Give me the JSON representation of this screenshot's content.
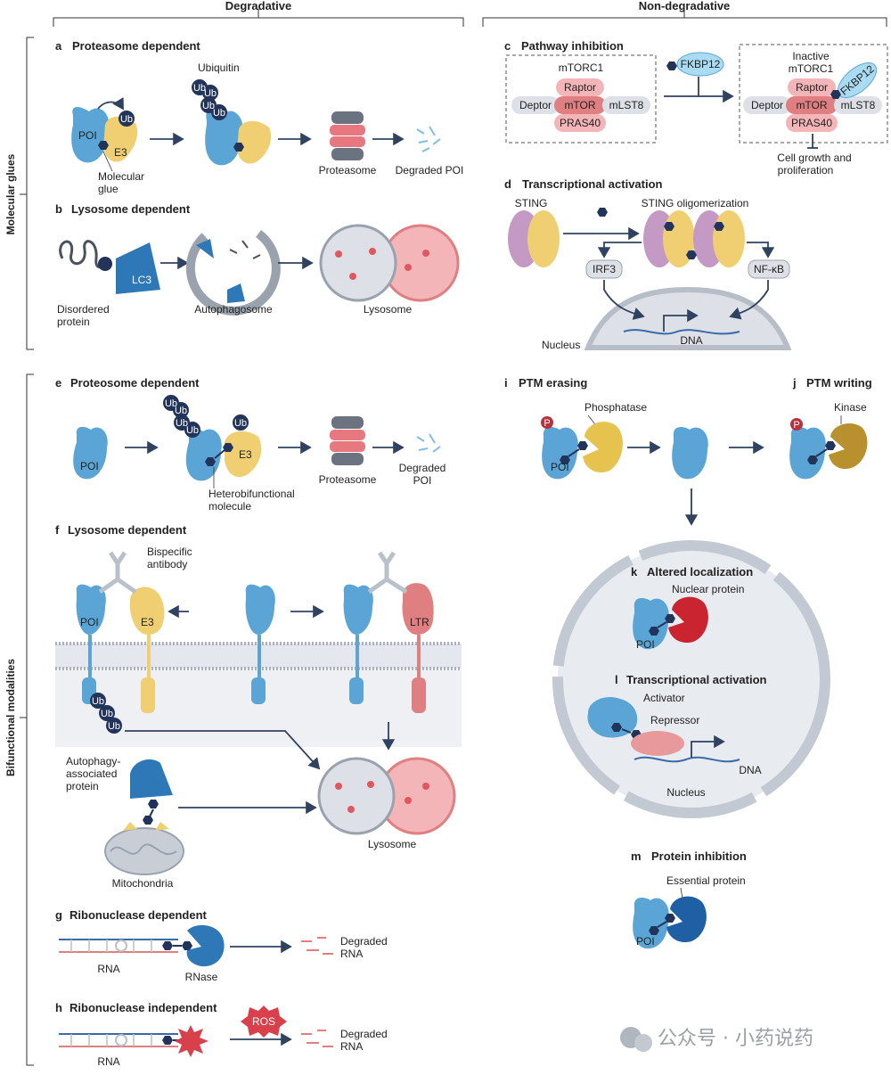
{
  "headers": {
    "degradative": "Degradative",
    "non_degradative": "Non-degradative"
  },
  "side_labels": {
    "molecular_glues": "Molecular glues",
    "bifunctional": "Bifunctional modalities"
  },
  "panels": {
    "a": {
      "letter": "a",
      "title": "Proteasome dependent",
      "labels": {
        "ubiquitin": "Ubiquitin",
        "ub": "Ub",
        "poi": "POI",
        "e3": "E3",
        "glue1": "Molecular",
        "glue2": "glue",
        "proteasome": "Proteasome",
        "degraded": "Degraded POI"
      }
    },
    "b": {
      "letter": "b",
      "title": "Lysosome dependent",
      "labels": {
        "lc3": "LC3",
        "disordered1": "Disordered",
        "disordered2": "protein",
        "autophagosome": "Autophagosome",
        "lysosome": "Lysosome"
      }
    },
    "c": {
      "letter": "c",
      "title": "Pathway inhibition",
      "labels": {
        "mtorc1": "mTORC1",
        "raptor": "Raptor",
        "deptor": "Deptor",
        "mtor": "mTOR",
        "mlst8": "mLST8",
        "pras40": "PRAS40",
        "fkbp12": "FKBP12",
        "inactive": "Inactive",
        "inactive2": "mTORC1",
        "growth1": "Cell growth and",
        "growth2": "proliferation"
      }
    },
    "d": {
      "letter": "d",
      "title": "Transcriptional activation",
      "labels": {
        "sting": "STING",
        "sting_olig": "STING oligomerization",
        "irf3": "IRF3",
        "nfkb": "NF-κB",
        "nucleus": "Nucleus",
        "dna": "DNA"
      }
    },
    "e": {
      "letter": "e",
      "title": "Proteosome dependent",
      "labels": {
        "poi": "POI",
        "e3": "E3",
        "ub": "Ub",
        "hetero1": "Heterobifunctional",
        "hetero2": "molecule",
        "proteasome": "Proteasome",
        "degraded1": "Degraded",
        "degraded2": "POI"
      }
    },
    "f": {
      "letter": "f",
      "title": "Lysosome dependent",
      "labels": {
        "bispecific1": "Bispecific",
        "bispecific2": "antibody",
        "poi": "POI",
        "e3": "E3",
        "ltr": "LTR",
        "ub": "Ub",
        "autophagy1": "Autophagy-",
        "autophagy2": "associated",
        "autophagy3": "protein",
        "mitochondria": "Mitochondria",
        "lysosome": "Lysosome"
      }
    },
    "g": {
      "letter": "g",
      "title": "Ribonuclease dependent",
      "labels": {
        "rna": "RNA",
        "rnase": "RNase",
        "degraded1": "Degraded",
        "degraded2": "RNA"
      }
    },
    "h": {
      "letter": "h",
      "title": "Ribonuclease independent",
      "labels": {
        "rna": "RNA",
        "ros": "ROS",
        "degraded1": "Degraded",
        "degraded2": "RNA"
      }
    },
    "i": {
      "letter": "i",
      "title": "PTM erasing",
      "labels": {
        "phosphatase": "Phosphatase",
        "poi": "POI",
        "p": "P"
      }
    },
    "j": {
      "letter": "j",
      "title": "PTM writing",
      "labels": {
        "kinase": "Kinase",
        "p": "P"
      }
    },
    "k": {
      "letter": "k",
      "title": "Altered localization",
      "labels": {
        "nuclear": "Nuclear protein",
        "poi": "POI"
      }
    },
    "l": {
      "letter": "l",
      "title": "Transcriptional activation",
      "labels": {
        "activator": "Activator",
        "repressor": "Repressor",
        "dna": "DNA",
        "nucleus": "Nucleus"
      }
    },
    "m": {
      "letter": "m",
      "title": "Protein inhibition",
      "labels": {
        "essential": "Essential protein",
        "poi": "POI"
      }
    }
  },
  "watermark": "公众号 · 小药说药",
  "colors": {
    "poi": "#5aa5d6",
    "e3": "#f0cf72",
    "red": "#e07f82",
    "navy": "#22345a",
    "purple": "#c49ac4",
    "gray": "#c9ced6",
    "dark": "#2f4260"
  }
}
